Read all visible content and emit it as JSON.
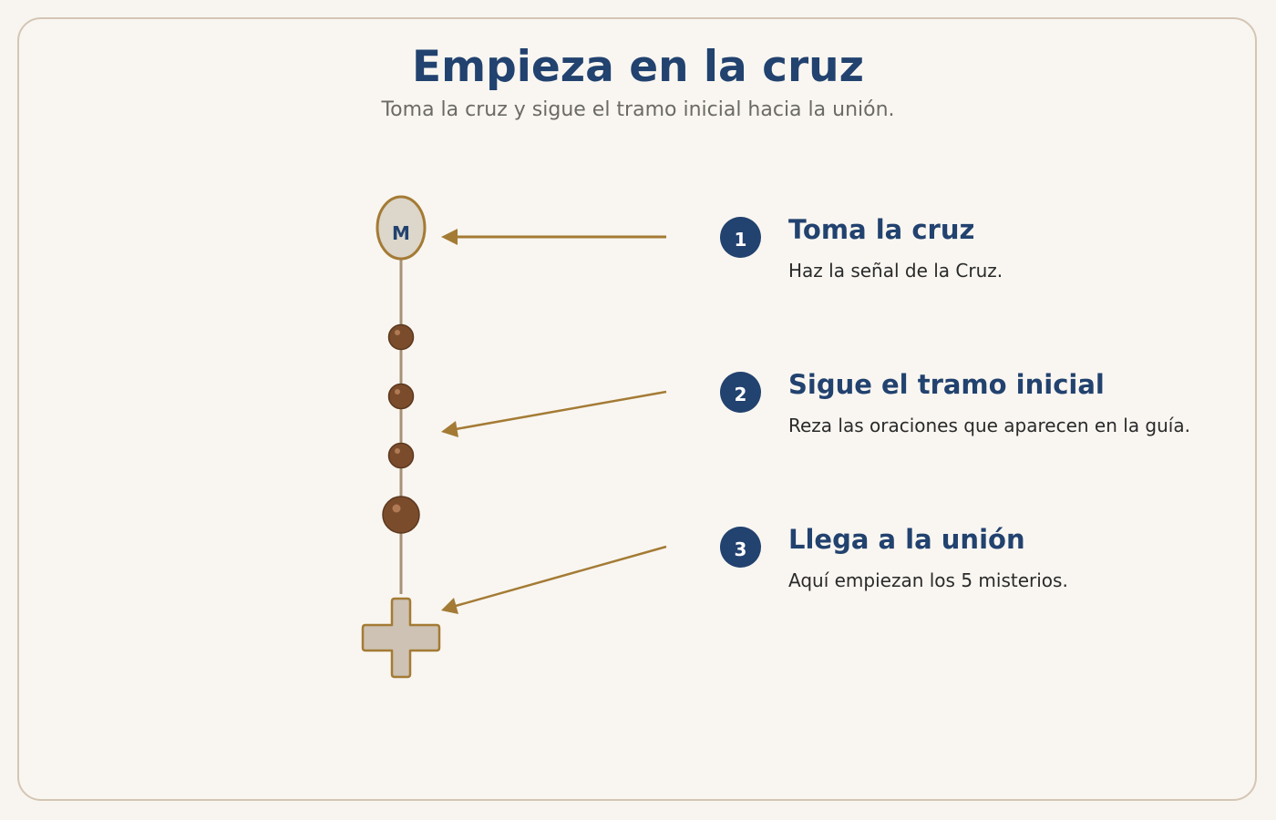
{
  "header": {
    "title": "Empieza en la cruz",
    "subtitle": "Toma la cruz y sigue el tramo inicial hacia la unión."
  },
  "diagram": {
    "medal_label": "M",
    "colors": {
      "cord": "#a69277",
      "bead": "#7b4c2b",
      "arrow": "#a47b35",
      "medal_fill": "#dcd6cb",
      "cross_fill": "#cdc2b3",
      "accent": "#22426f"
    }
  },
  "steps": [
    {
      "number": "1",
      "title": "Toma la cruz",
      "description": "Haz la señal de la Cruz."
    },
    {
      "number": "2",
      "title": "Sigue el tramo inicial",
      "description": "Reza las oraciones que aparecen en la guía."
    },
    {
      "number": "3",
      "title": "Llega a la unión",
      "description": "Aquí empiezan los 5 misterios."
    }
  ]
}
